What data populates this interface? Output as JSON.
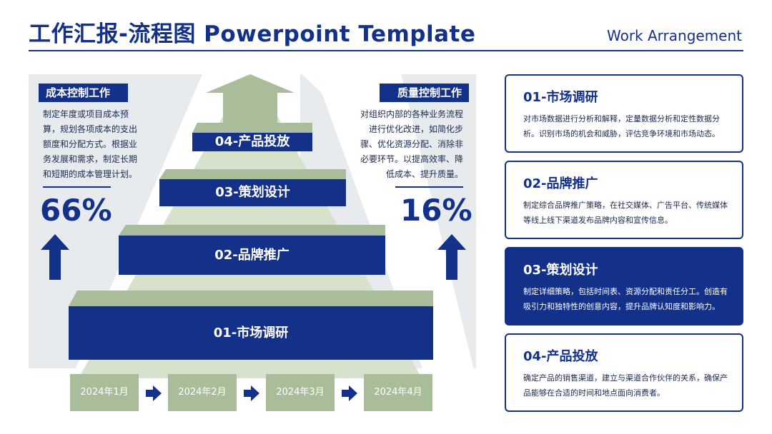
{
  "header": {
    "title": "工作汇报-流程图 Powerpoint Template",
    "subtitle": "Work Arrangement"
  },
  "left_panel": {
    "tag": "成本控制工作",
    "description": "制定年度或项目成本预算，规划各项成本的支出额度和分配方式。根据业务发展和需求，制定长期和短期的成本管理计划。",
    "percent": "66%"
  },
  "right_panel": {
    "tag": "质量控制工作",
    "description": "对组织内部的各种业务流程进行优化改进，如简化步骤、优化资源分配、消除非必要环节。以提高效率、降低成本、提升质量。",
    "percent": "16%"
  },
  "steps": [
    {
      "label": "01-市场调研"
    },
    {
      "label": "02-品牌推广"
    },
    {
      "label": "03-策划设计"
    },
    {
      "label": "04-产品投放"
    }
  ],
  "timeline": [
    "2024年1月",
    "2024年2月",
    "2024年3月",
    "2024年4月"
  ],
  "cards": [
    {
      "title": "01-市场调研",
      "description": "对市场数据进行分析和解释，定量数据分析和定性数据分析。识别市场的机会和威胁，评估竞争环境和市场动态。"
    },
    {
      "title": "02-品牌推广",
      "description": "制定综合品牌推广策略，在社交媒体、广告平台、传统媒体等线上线下渠道发布品牌内容和宣传信息。"
    },
    {
      "title": "03-策划设计",
      "description": "制定详细策略，包括时间表、资源分配和责任分工。创造有吸引力和独特性的创意内容，提升品牌认知度和影响力。"
    },
    {
      "title": "04-产品投放",
      "description": "确定产品的销售渠道，建立与渠道合作伙伴的关系，确保产品能够在合适的时间和地点面向消费者。"
    }
  ],
  "colors": {
    "primary": "#14318a",
    "green": "#a9bd9a",
    "light_green": "#d7e2cc",
    "panel_gray": "#e8ebee"
  },
  "icons": {
    "up_arrow": "up-arrow-icon",
    "right_arrow": "right-arrow-icon"
  }
}
